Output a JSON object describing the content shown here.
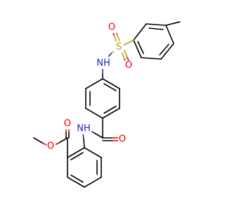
{
  "molecule": {
    "colors": {
      "bond": "#000000",
      "oxygen": "#e00000",
      "nitrogen": "#2020c0",
      "sulfur": "#b8a000"
    },
    "atoms": {
      "S": {
        "text": "S",
        "color": "#b8a000"
      },
      "O_s1": {
        "text": "O",
        "color": "#e00000"
      },
      "O_s2": {
        "text": "O",
        "color": "#e00000"
      },
      "NH_sulfonamide": {
        "text": "NH",
        "color": "#2020c0"
      },
      "O_amide": {
        "text": "O",
        "color": "#e00000"
      },
      "NH_amide": {
        "text": "NH",
        "color": "#2020c0"
      },
      "O_ester_carbonyl": {
        "text": "O",
        "color": "#e00000"
      },
      "O_ester": {
        "text": "O",
        "color": "#e00000"
      }
    }
  }
}
